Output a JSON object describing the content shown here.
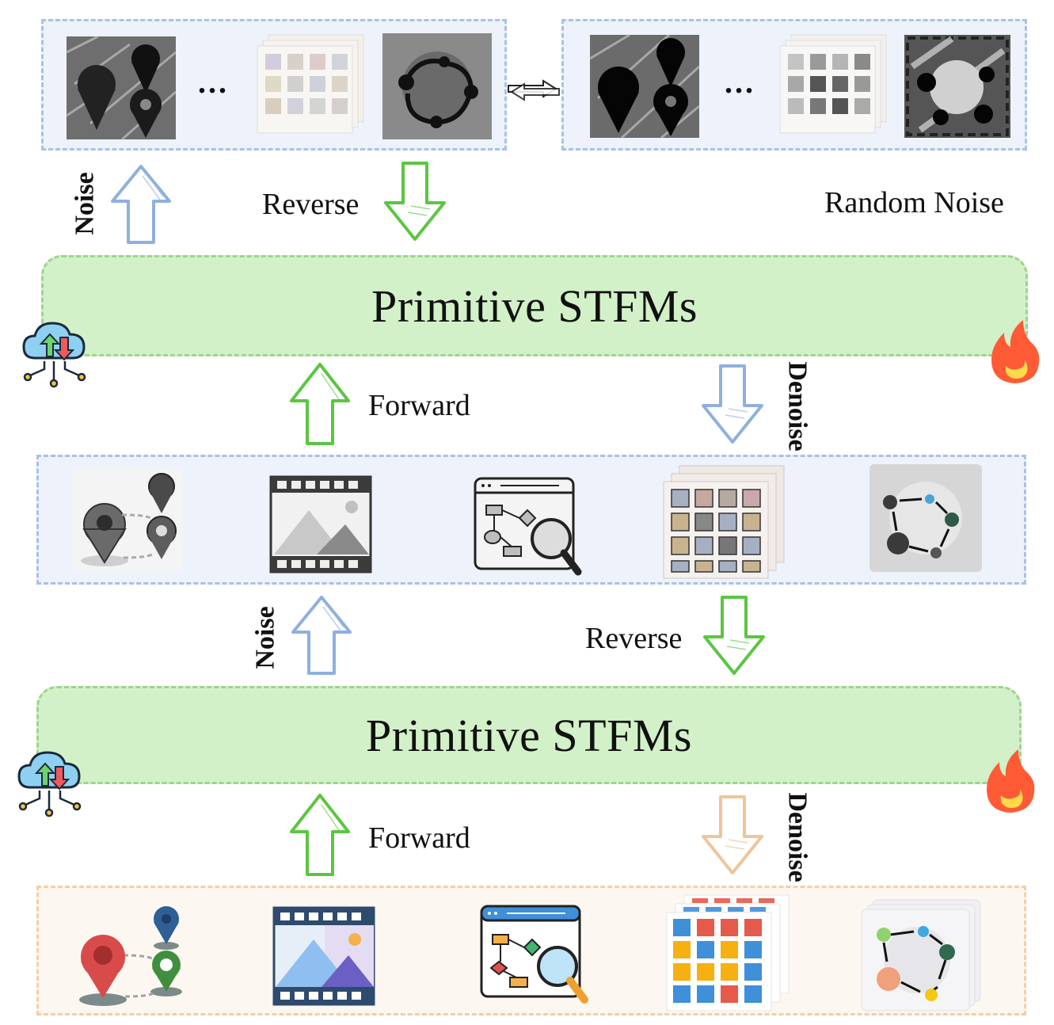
{
  "top_row": {
    "ellipsis": "..."
  },
  "labels": {
    "noise": "Noise",
    "reverse": "Reverse",
    "random_noise": "Random Noise",
    "forward": "Forward",
    "denoise": "Denoise"
  },
  "bands": {
    "upper_title": "Primitive STFMs",
    "lower_title": "Primitive STFMs"
  },
  "colors": {
    "blue_arrow": "#8fb0de",
    "green_arrow": "#5cc542",
    "orange_arrow": "#f0c49a",
    "band_fill": "#d3f1c8",
    "band_border": "#9dd58f",
    "panel_blue_border": "#a9c1e8",
    "panel_orange_border": "#f3cfa6",
    "flame": "#ff5a36"
  },
  "icons": [
    "location-pins-icon",
    "video-frame-icon",
    "flowchart-search-icon",
    "grid-cube-icon",
    "graph-cube-icon",
    "cloud-transfer-icon",
    "flame-icon",
    "swap-arrows-icon"
  ]
}
